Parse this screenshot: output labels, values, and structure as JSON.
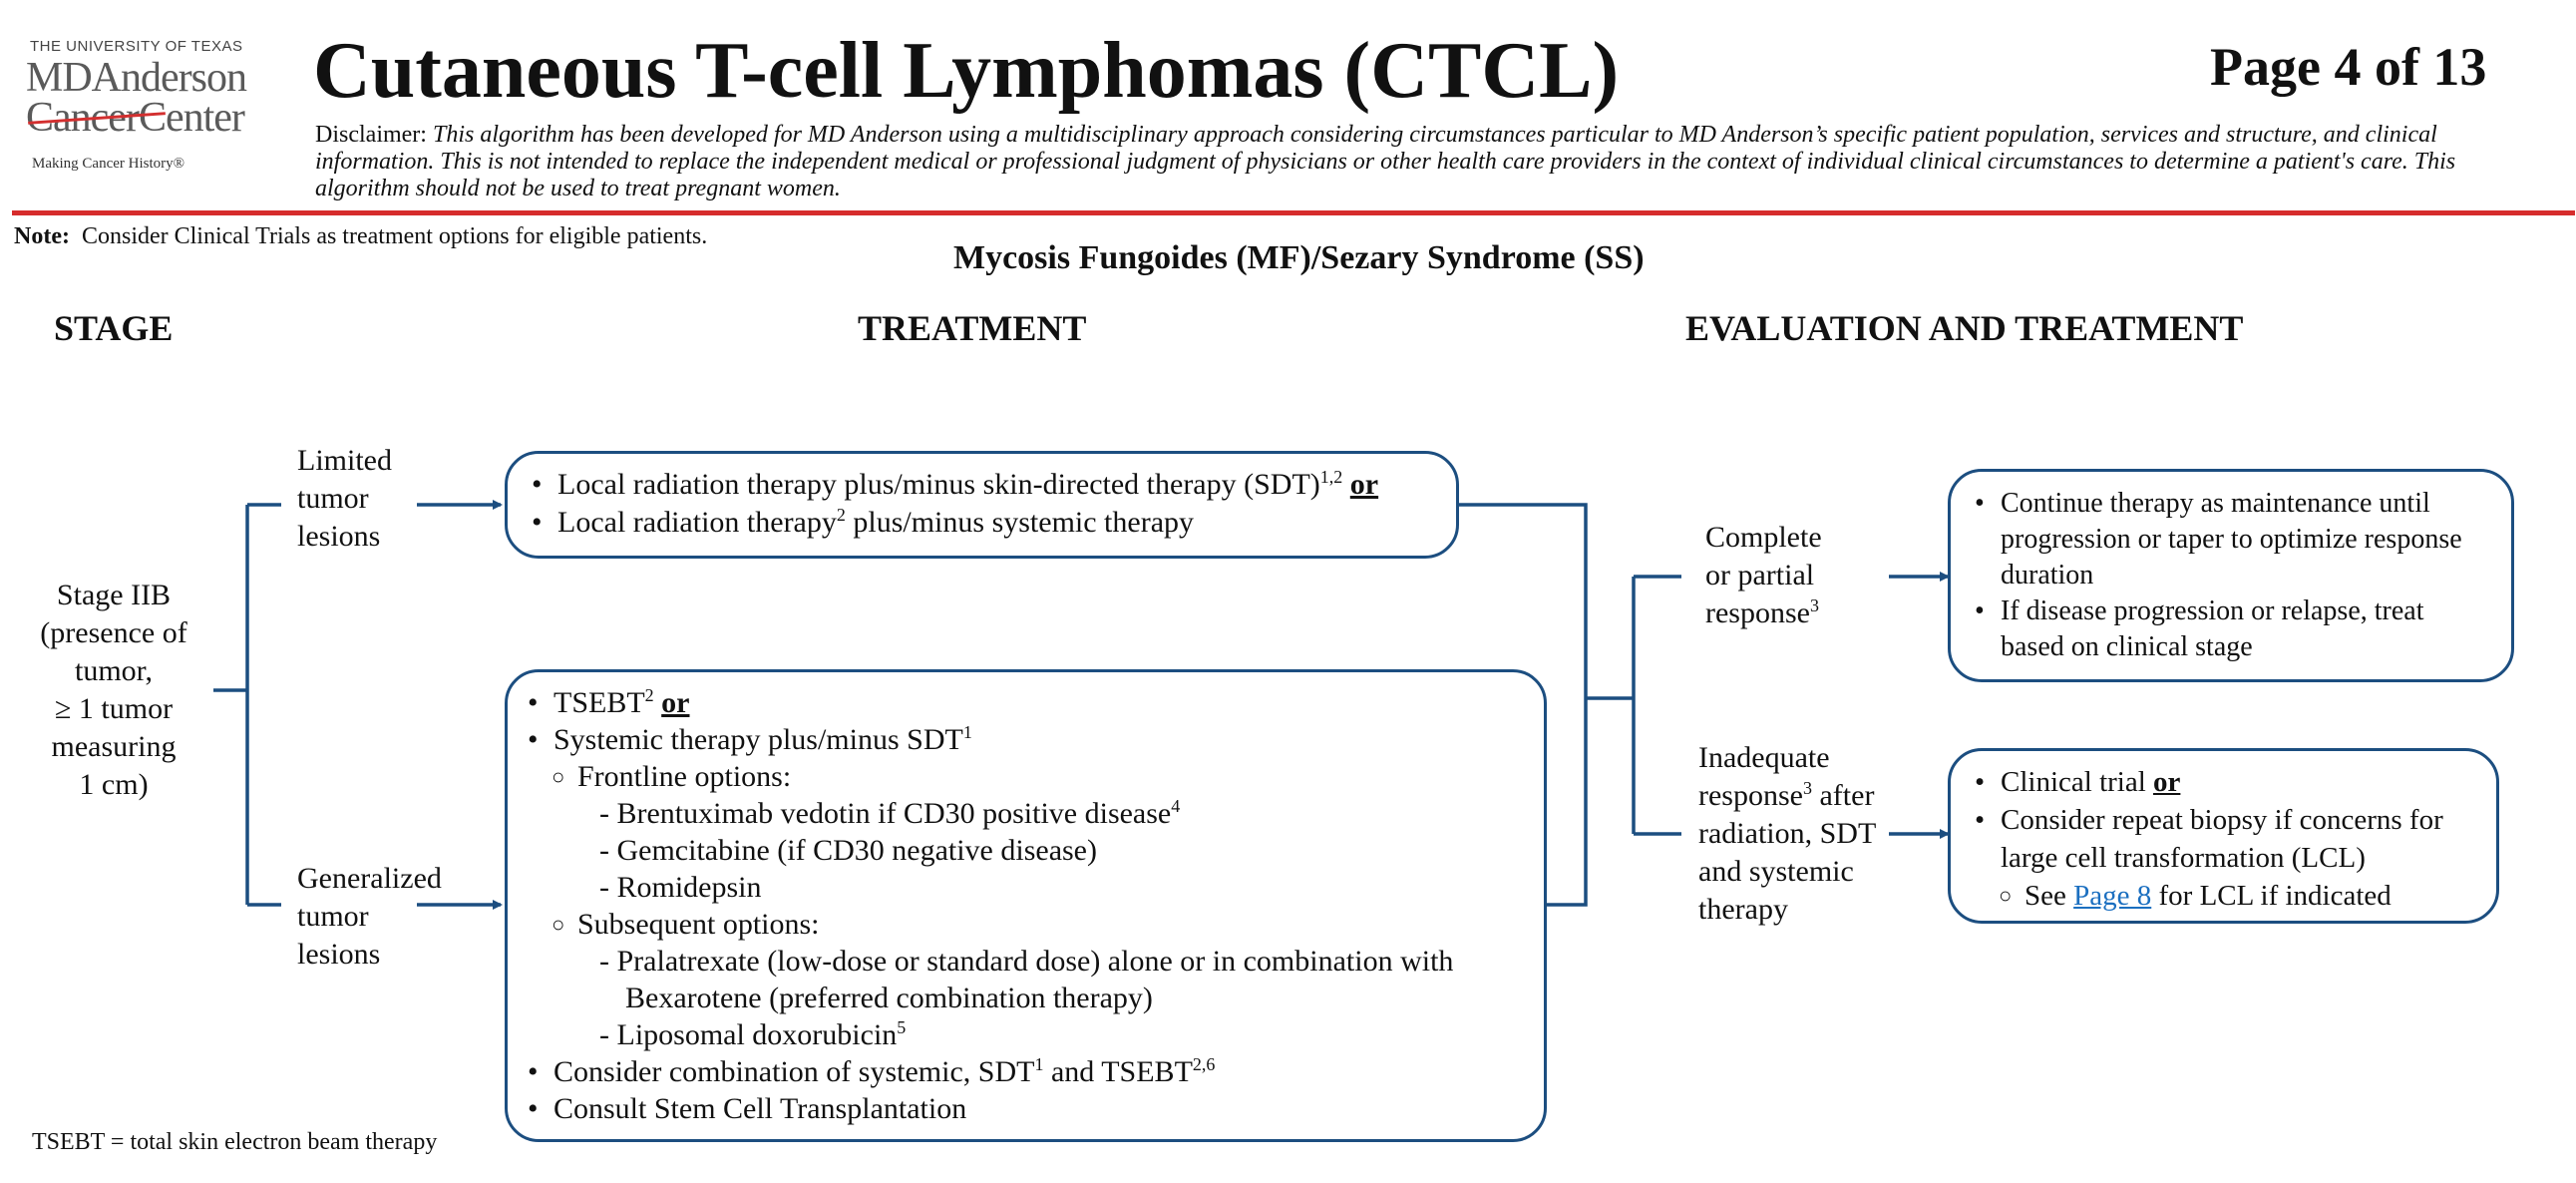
{
  "logo": {
    "top": "THE UNIVERSITY OF TEXAS",
    "line1": "MDAnderson",
    "line2a": "Cancer",
    "line2b": "Center",
    "tagline": "Making Cancer History®"
  },
  "title": "Cutaneous T-cell Lymphomas (CTCL)",
  "page": "Page 4 of 13",
  "disclaimer": {
    "label": "Disclaimer:",
    "text": "This algorithm has been developed for MD Anderson using a multidisciplinary approach considering circumstances particular to MD Anderson’s specific patient population, services and structure, and clinical information. This is not intended to replace the independent medical or professional judgment of physicians or other health care providers in the context of individual clinical circumstances to determine a patient's care. This algorithm should not be used to treat pregnant women."
  },
  "note": {
    "label": "Note:",
    "text": "Consider Clinical Trials as treatment options for eligible patients."
  },
  "subtitle": "Mycosis Fungoides (MF)/Sezary Syndrome (SS)",
  "headers": {
    "stage": "STAGE",
    "treatment": "TREATMENT",
    "evaluation": "EVALUATION AND TREATMENT"
  },
  "stage": [
    "Stage IIB",
    "(presence of",
    "tumor,",
    "≥ 1 tumor",
    "measuring",
    "1 cm)"
  ],
  "limited": [
    "Limited",
    "tumor",
    "lesions"
  ],
  "generalized": [
    "Generalized",
    "tumor",
    "lesions"
  ],
  "box_limited": {
    "b1_text": "Local radiation therapy plus/minus skin-directed therapy (SDT)",
    "b1_sup": "1,2",
    "b1_or": "or",
    "b2_text": "Local radiation therapy",
    "b2_sup": "2",
    "b2_rest": " plus/minus systemic therapy"
  },
  "box_generalized": {
    "l1_text": "TSEBT",
    "l1_sup": "2",
    "l1_or": "or",
    "l2_text": "Systemic therapy plus/minus SDT",
    "l2_sup": "1",
    "l3": "Frontline options:",
    "l4_text": "- Brentuximab vedotin if CD30 positive disease",
    "l4_sup": "4",
    "l5": "- Gemcitabine (if CD30 negative disease)",
    "l6": "- Romidepsin",
    "l7": "Subsequent options:",
    "l8": "- Pralatrexate (low-dose or standard dose) alone or in combination with",
    "l9": "Bexarotene (preferred combination therapy)",
    "l10_text": "- Liposomal doxorubicin",
    "l10_sup": "5",
    "l11_text": "Consider combination of systemic, SDT",
    "l11_sup": "1",
    "l11_mid": " and TSEBT",
    "l11_sup2": "2,6",
    "l12": "Consult Stem Cell Transplantation"
  },
  "complete": {
    "l1": "Complete",
    "l2": "or partial",
    "l3": "response",
    "sup": "3"
  },
  "inadequate": {
    "l1": "Inadequate",
    "l2a": "response",
    "sup": "3",
    "l2b": " after",
    "l3": "radiation, SDT",
    "l4": "and systemic",
    "l5": "therapy"
  },
  "box_complete": {
    "b1a": "Continue therapy as maintenance until",
    "b1b": "progression or taper to optimize response",
    "b1c": "duration",
    "b2a": "If disease progression or relapse, treat",
    "b2b": "based on clinical stage"
  },
  "box_inadequate": {
    "b1_text": "Clinical trial ",
    "b1_or": "or",
    "b2a": "Consider repeat biopsy if concerns for",
    "b2b": "large cell transformation (LCL)",
    "s1_pre": "See ",
    "s1_link": "Page 8",
    "s1_post": " for LCL if indicated"
  },
  "footnote": "TSEBT = total skin electron beam therapy",
  "colors": {
    "accent": "#1c4e80",
    "rule": "#d62c2c",
    "link": "#1b6fc0"
  }
}
